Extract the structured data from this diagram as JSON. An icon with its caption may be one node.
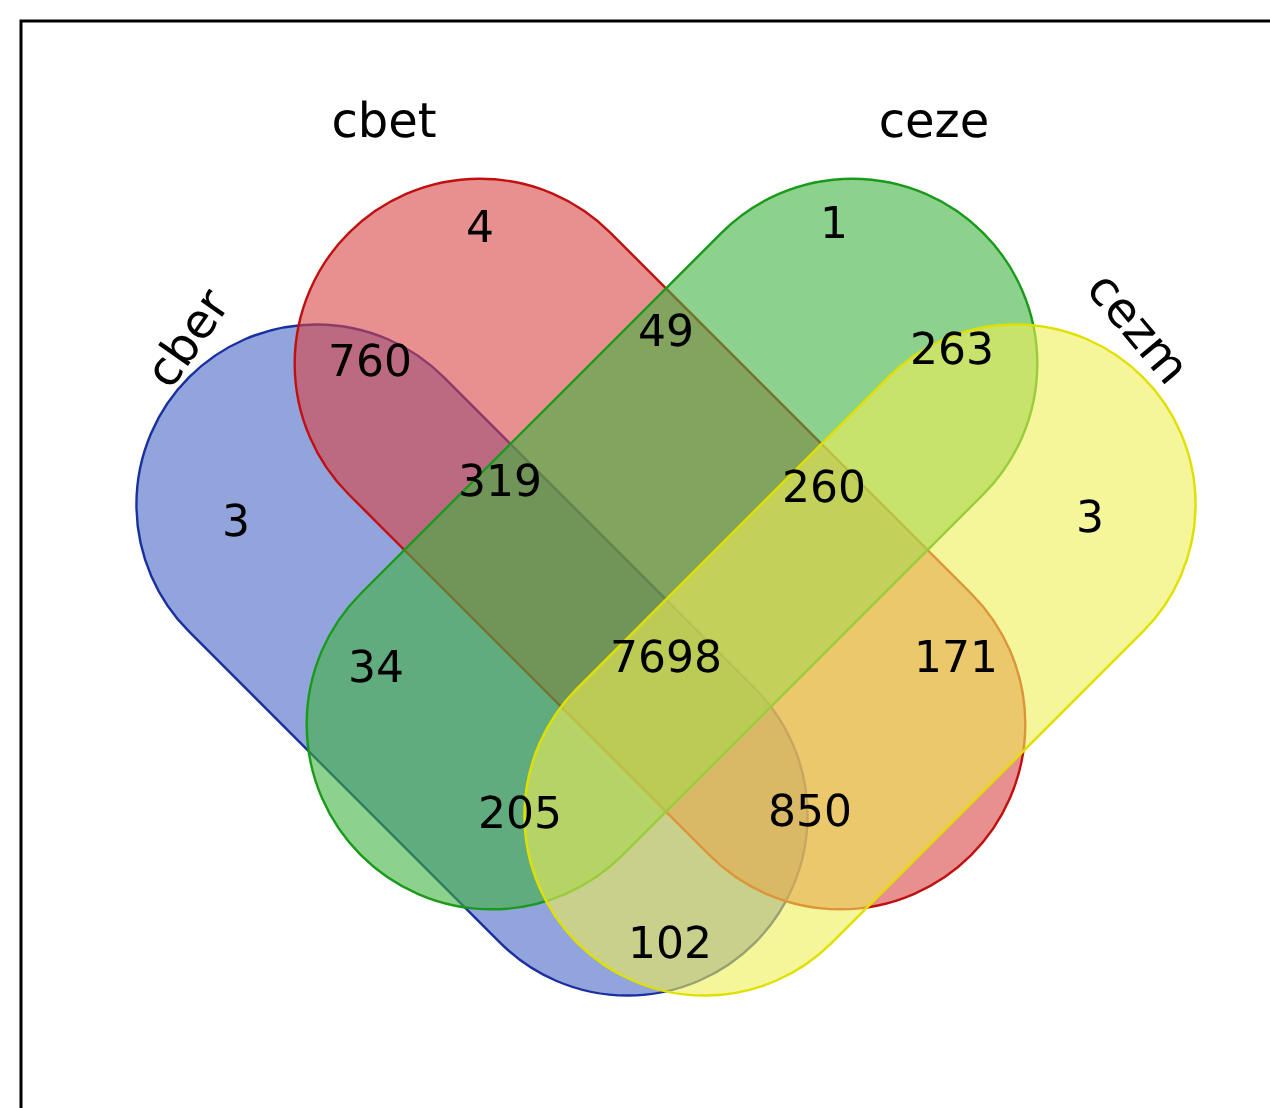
{
  "diagram": {
    "nodes": [
      {
        "text": [
          "cber"
        ]
      },
      {
        "text": [
          "cbet"
        ]
      },
      {
        "text": [
          "ceze"
        ]
      },
      {
        "text": [
          "cezm"
        ]
      }
    ],
    "labels": [
      "4",
      "1",
      "760",
      "49",
      "263",
      "3",
      "319",
      "260",
      "3",
      "34",
      "7698",
      "171",
      "205",
      "850",
      "102"
    ]
  }
}
